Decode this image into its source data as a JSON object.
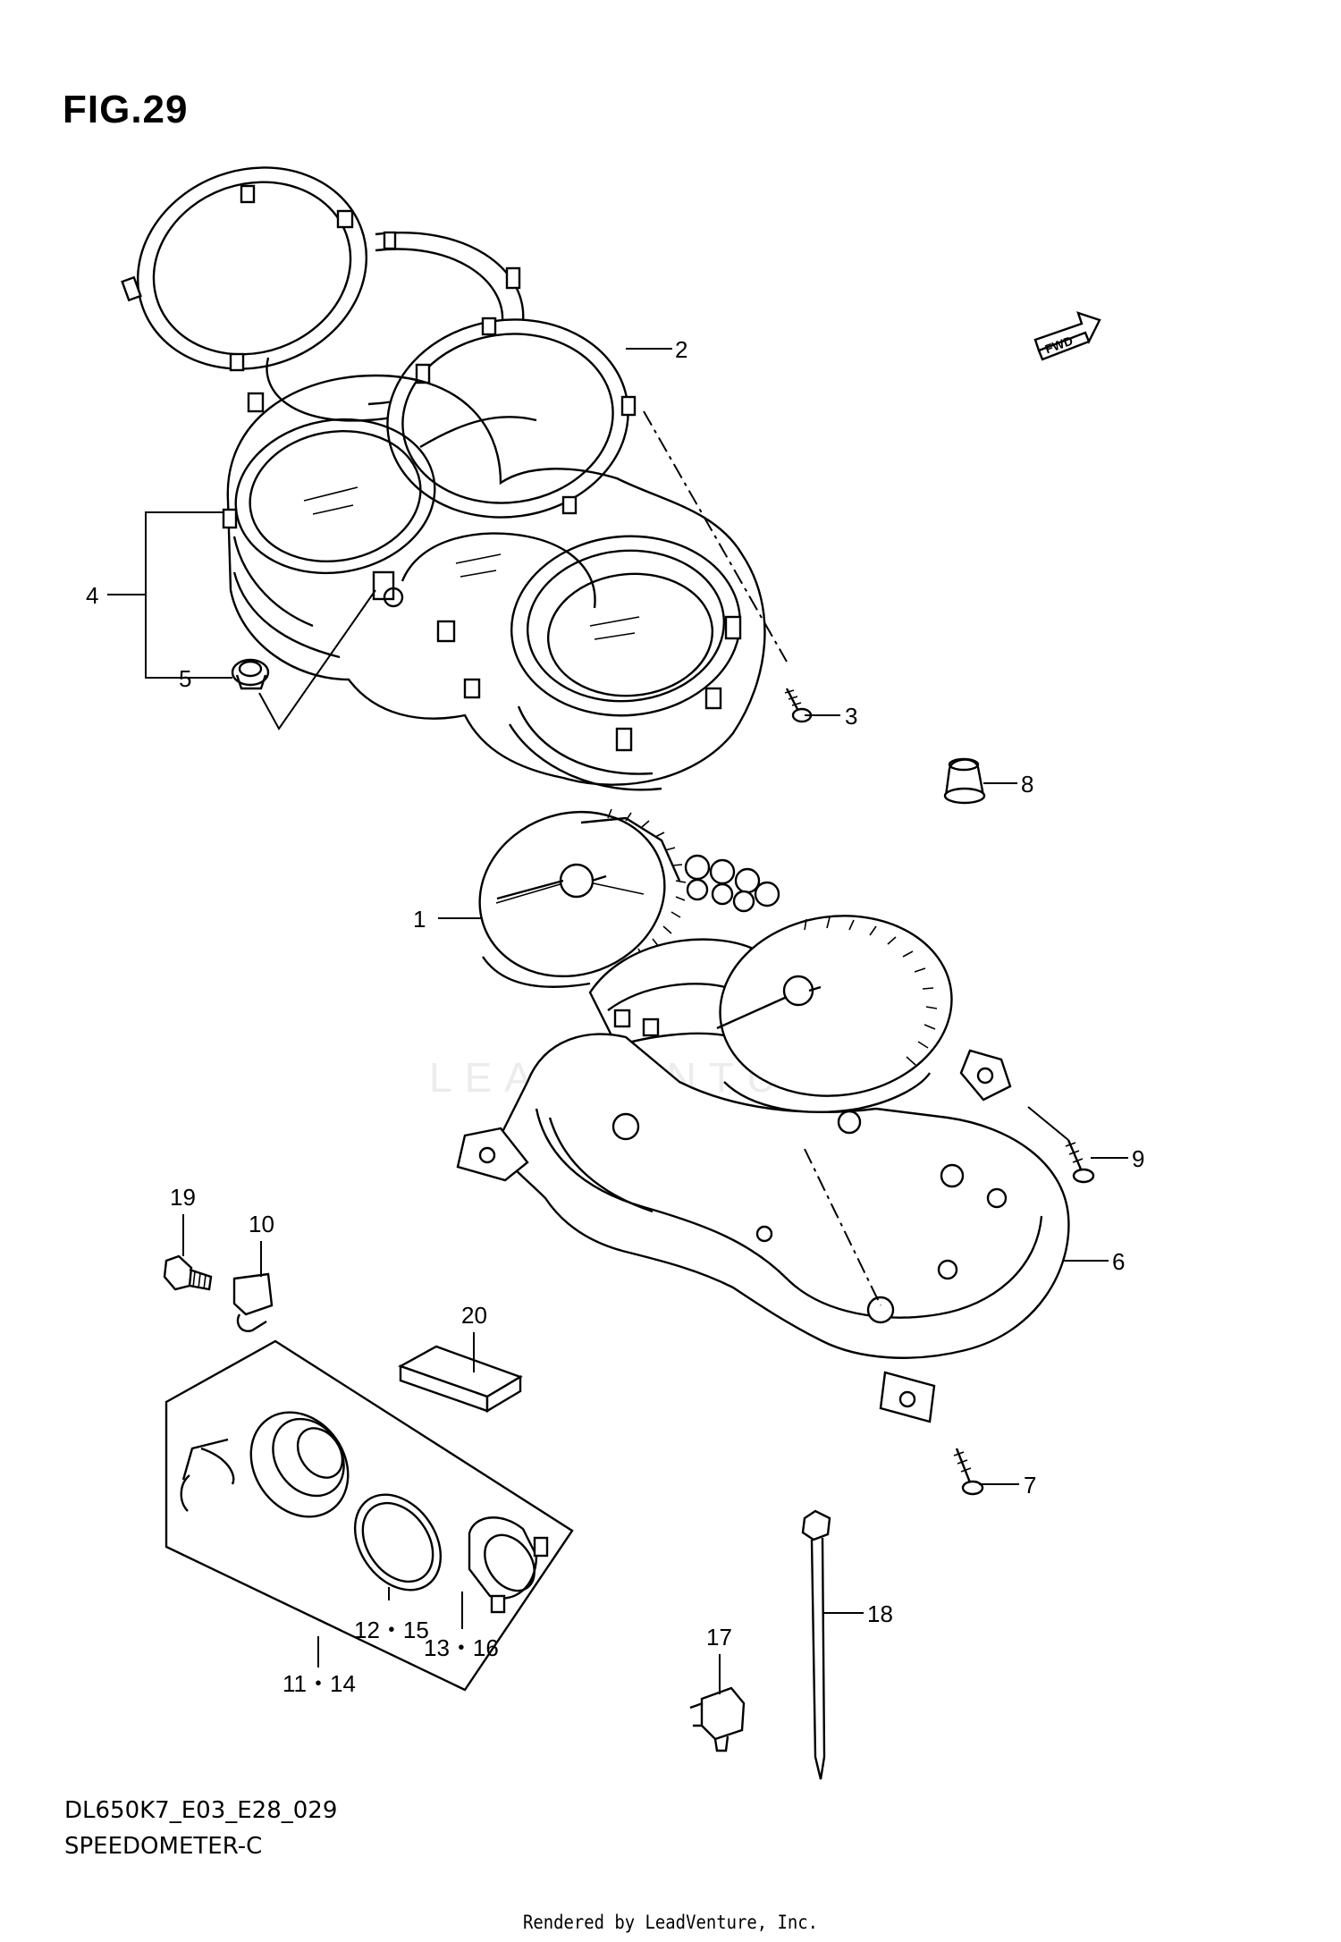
{
  "figure": {
    "title": "FIG.29",
    "model_code": "DL650K7_E03_E28_029",
    "diagram_name": "SPEEDOMETER-C",
    "footer": "Rendered by LeadVenture, Inc.",
    "watermark": "LEADVENTURE",
    "fwd_label": "FWD"
  },
  "callouts": [
    {
      "id": "1",
      "label": "1"
    },
    {
      "id": "2",
      "label": "2"
    },
    {
      "id": "3",
      "label": "3"
    },
    {
      "id": "4",
      "label": "4"
    },
    {
      "id": "5",
      "label": "5"
    },
    {
      "id": "6",
      "label": "6"
    },
    {
      "id": "7",
      "label": "7"
    },
    {
      "id": "8",
      "label": "8"
    },
    {
      "id": "9",
      "label": "9"
    },
    {
      "id": "10",
      "label": "10"
    },
    {
      "id": "11-14",
      "label": "11・14"
    },
    {
      "id": "12-15",
      "label": "12・15"
    },
    {
      "id": "13-16",
      "label": "13・16"
    },
    {
      "id": "17",
      "label": "17"
    },
    {
      "id": "18",
      "label": "18"
    },
    {
      "id": "19",
      "label": "19"
    },
    {
      "id": "20",
      "label": "20"
    }
  ]
}
